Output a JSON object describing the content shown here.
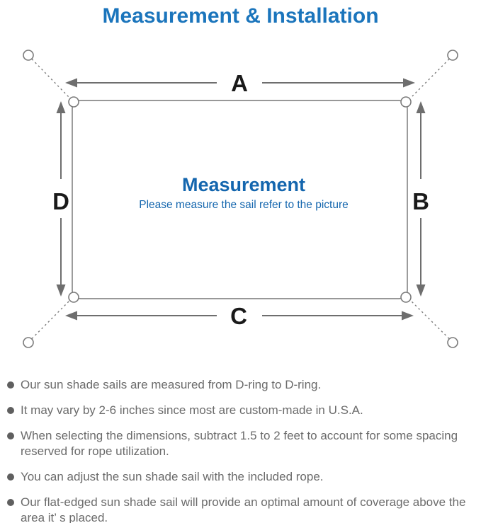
{
  "page_title": "Measurement & Installation",
  "diagram": {
    "sail_label": "Measurement",
    "sail_sublabel": "Please measure the sail refer to the picture",
    "edge_labels": {
      "top": "A",
      "right": "B",
      "bottom": "C",
      "left": "D"
    }
  },
  "bullets": [
    "Our sun shade sails are measured from D-ring to D-ring.",
    "It may vary by 2-6 inches since most are custom-made in U.S.A.",
    "When selecting the dimensions, subtract 1.5 to 2 feet to account for some spacing reserved for rope utilization.",
    "You can adjust the sun shade sail with the included rope.",
    "Our flat-edged sun shade sail will provide an optimal amount of coverage above the area it’ s placed."
  ],
  "colors": {
    "title_blue": "#1b75bc",
    "center_blue": "#1466ae",
    "outline_gray": "#8a8a8a",
    "arrow_gray": "#6e6e6e",
    "body_text_gray": "#6b6b6b",
    "label_black": "#1a1a1a"
  }
}
